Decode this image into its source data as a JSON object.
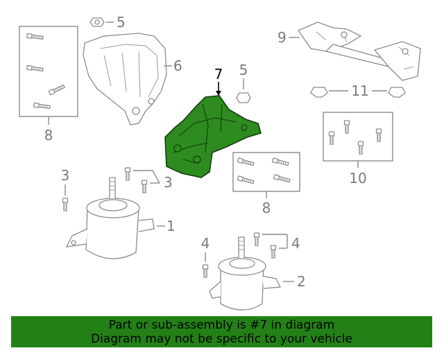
{
  "diagram": {
    "highlight_color": "#2e8b1f",
    "callouts": {
      "c1": "1",
      "c2": "2",
      "c3a": "3",
      "c3b": "3",
      "c4a": "4",
      "c4b": "4",
      "c5a": "5",
      "c5b": "5",
      "c6": "6",
      "c7": "7",
      "c8a": "8",
      "c8b": "8",
      "c9": "9",
      "c10": "10",
      "c11": "11"
    }
  },
  "banner": {
    "line1": "Part or sub-assembly is #7 in diagram",
    "line2": "Diagram may not be specific to your vehicle",
    "color": "#238016"
  }
}
